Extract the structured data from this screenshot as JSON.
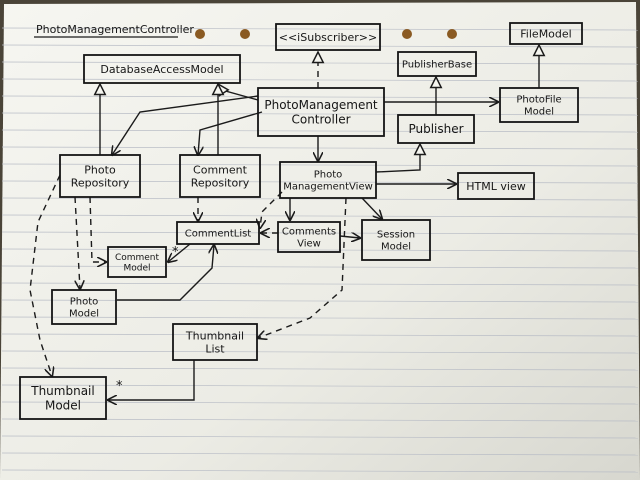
{
  "title": "PhotoManagementController",
  "nodes": {
    "isubscriber": [
      "<<iSubscriber>>"
    ],
    "filemodel": [
      "FileModel"
    ],
    "dam": [
      "DatabaseAccessModel"
    ],
    "publisherbase": [
      "PublisherBase"
    ],
    "pmc": [
      "PhotoManagement",
      "Controller"
    ],
    "photofilemodel": [
      "PhotoFile",
      "Model"
    ],
    "publisher": [
      "Publisher"
    ],
    "photorepo": [
      "Photo",
      "Repository"
    ],
    "commentrepo": [
      "Comment",
      "Repository"
    ],
    "pmview": [
      "Photo",
      "ManagementView"
    ],
    "htmlview": [
      "HTML view"
    ],
    "commentlist": [
      "CommentList"
    ],
    "commentsview": [
      "Comments",
      "View"
    ],
    "sessionmodel": [
      "Session",
      "Model"
    ],
    "commentmodel": [
      "Comment",
      "Model"
    ],
    "photomodel": [
      "Photo",
      "Model"
    ],
    "thumbnaillist": [
      "Thumbnail",
      "List"
    ],
    "thumbnailmodel": [
      "Thumbnail",
      "Model"
    ]
  },
  "edges": [
    {
      "from": "pmc",
      "to": "isubscriber",
      "style": "dashed",
      "head": "triangle"
    },
    {
      "from": "pmc",
      "to": "dam",
      "style": "solid",
      "head": "triangle"
    },
    {
      "from": "photorepo",
      "to": "dam",
      "style": "solid",
      "head": "triangle"
    },
    {
      "from": "commentrepo",
      "to": "dam",
      "style": "solid",
      "head": "triangle"
    },
    {
      "from": "pmc",
      "to": "photorepo",
      "style": "solid",
      "head": "arrow"
    },
    {
      "from": "pmc",
      "to": "commentrepo",
      "style": "solid",
      "head": "arrow"
    },
    {
      "from": "pmc",
      "to": "photofilemodel",
      "style": "solid",
      "head": "arrow"
    },
    {
      "from": "photofilemodel",
      "to": "filemodel",
      "style": "solid",
      "head": "triangle"
    },
    {
      "from": "publisher",
      "to": "publisherbase",
      "style": "solid",
      "head": "triangle"
    },
    {
      "from": "pmc",
      "to": "pmview",
      "style": "solid",
      "head": "arrow"
    },
    {
      "from": "pmview",
      "to": "publisher",
      "style": "solid",
      "head": "triangle"
    },
    {
      "from": "pmview",
      "to": "htmlview",
      "style": "solid",
      "head": "arrow"
    },
    {
      "from": "pmview",
      "to": "commentsview",
      "style": "solid",
      "head": "arrow"
    },
    {
      "from": "pmview",
      "to": "sessionmodel",
      "style": "solid",
      "head": "arrow"
    },
    {
      "from": "pmview",
      "to": "commentlist",
      "style": "dashed",
      "head": "arrow"
    },
    {
      "from": "commentsview",
      "to": "commentlist",
      "style": "dashed",
      "head": "arrow"
    },
    {
      "from": "commentsview",
      "to": "sessionmodel",
      "style": "solid",
      "head": "arrow"
    },
    {
      "from": "pmview",
      "to": "thumbnaillist",
      "style": "dashed",
      "head": "arrow"
    },
    {
      "from": "commentrepo",
      "to": "commentlist",
      "style": "dashed",
      "head": "arrow"
    },
    {
      "from": "commentlist",
      "to": "commentmodel",
      "style": "solid",
      "head": "arrow",
      "label": "*"
    },
    {
      "from": "photorepo",
      "to": "commentmodel",
      "style": "dashed",
      "head": "arrow"
    },
    {
      "from": "photorepo",
      "to": "photomodel",
      "style": "dashed",
      "head": "arrow"
    },
    {
      "from": "photomodel",
      "to": "commentlist",
      "style": "solid",
      "head": "arrow"
    },
    {
      "from": "photorepo",
      "to": "thumbnailmodel",
      "style": "dashed",
      "head": "arrow"
    },
    {
      "from": "thumbnaillist",
      "to": "thumbnailmodel",
      "style": "solid",
      "head": "arrow",
      "label": "*"
    }
  ]
}
